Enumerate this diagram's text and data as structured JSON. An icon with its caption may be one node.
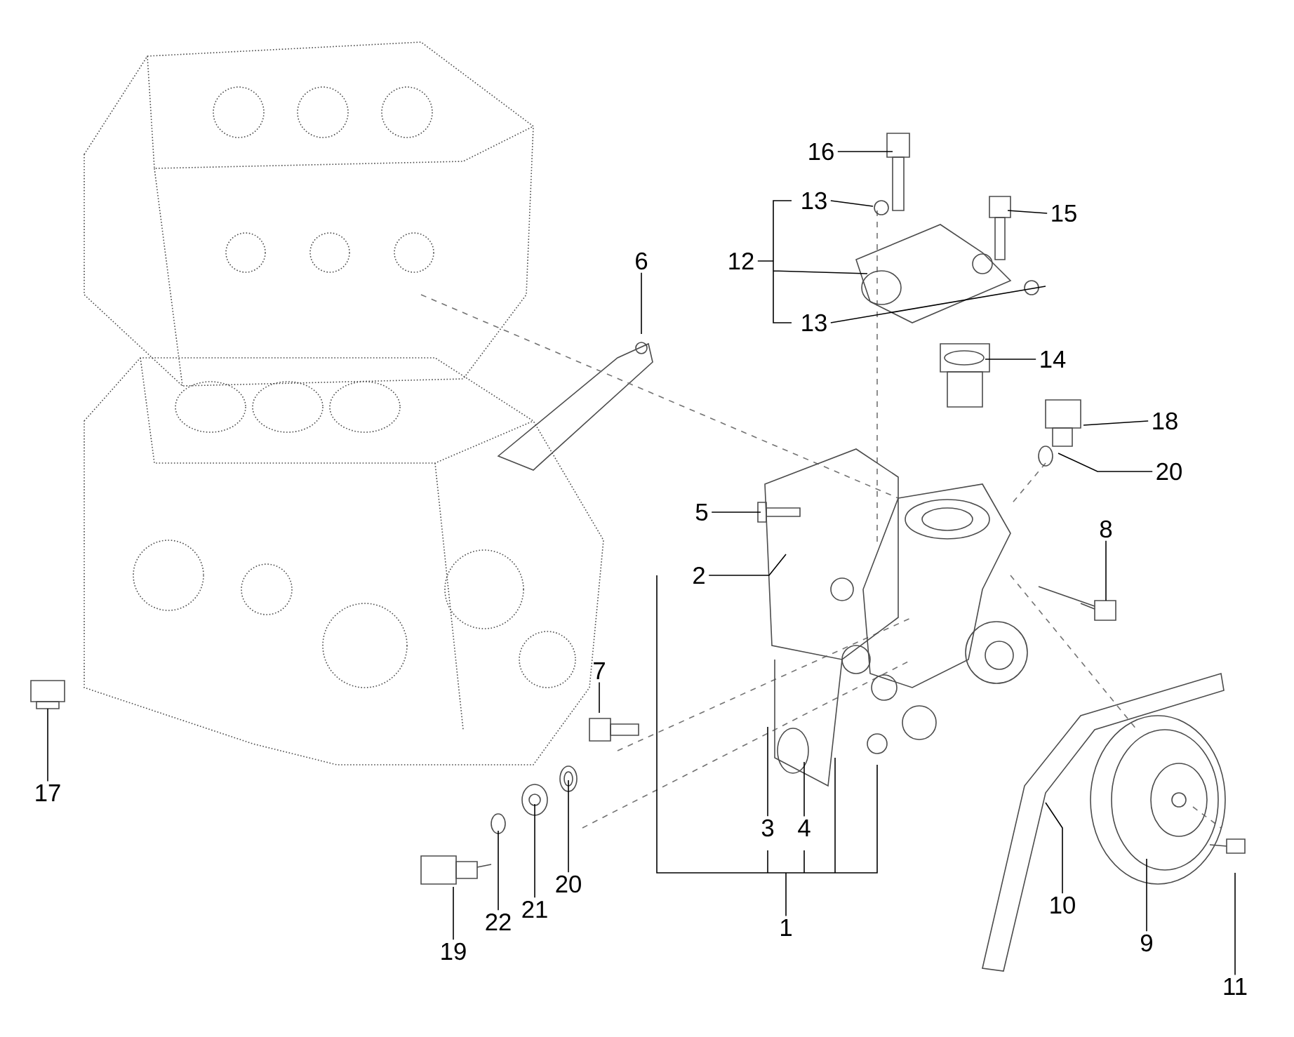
{
  "diagram": {
    "nodes": [
      {
        "text": [
          "16"
        ]
      },
      {
        "text": [
          "13"
        ]
      },
      {
        "text": [
          "15"
        ]
      },
      {
        "text": [
          "12"
        ]
      },
      {
        "text": [
          "6"
        ]
      },
      {
        "text": [
          "13"
        ]
      },
      {
        "text": [
          "14"
        ]
      },
      {
        "text": [
          "18"
        ]
      },
      {
        "text": [
          "20"
        ]
      },
      {
        "text": [
          "5"
        ]
      },
      {
        "text": [
          "8"
        ]
      },
      {
        "text": [
          "2"
        ]
      },
      {
        "text": [
          "7"
        ]
      },
      {
        "text": [
          "17"
        ]
      },
      {
        "text": [
          "3"
        ]
      },
      {
        "text": [
          "4"
        ]
      },
      {
        "text": [
          "20"
        ]
      },
      {
        "text": [
          "21"
        ]
      },
      {
        "text": [
          "10"
        ]
      },
      {
        "text": [
          "22"
        ]
      },
      {
        "text": [
          "1"
        ]
      },
      {
        "text": [
          "9"
        ]
      },
      {
        "text": [
          "19"
        ]
      },
      {
        "text": [
          "11"
        ]
      }
    ],
    "edges": [
      {
        "from": 0,
        "to": null,
        "arrow": "none"
      },
      {
        "from": 1,
        "to": null,
        "arrow": "none"
      },
      {
        "from": 2,
        "to": null,
        "arrow": "none"
      },
      {
        "from": 3,
        "to": null,
        "arrow": "none"
      },
      {
        "from": 4,
        "to": null,
        "arrow": "none"
      },
      {
        "from": 5,
        "to": null,
        "arrow": "none"
      },
      {
        "from": 6,
        "to": null,
        "arrow": "none"
      },
      {
        "from": 7,
        "to": null,
        "arrow": "none"
      },
      {
        "from": 8,
        "to": null,
        "arrow": "none"
      },
      {
        "from": 9,
        "to": null,
        "arrow": "none"
      },
      {
        "from": 10,
        "to": null,
        "arrow": "none"
      },
      {
        "from": 11,
        "to": null,
        "arrow": "none"
      },
      {
        "from": 12,
        "to": null,
        "arrow": "none"
      },
      {
        "from": 13,
        "to": null,
        "arrow": "none"
      },
      {
        "from": 14,
        "to": null,
        "arrow": "none"
      },
      {
        "from": 15,
        "to": null,
        "arrow": "none"
      },
      {
        "from": 16,
        "to": null,
        "arrow": "none"
      },
      {
        "from": 17,
        "to": null,
        "arrow": "none"
      },
      {
        "from": 18,
        "to": null,
        "arrow": "none"
      },
      {
        "from": 19,
        "to": null,
        "arrow": "none"
      },
      {
        "from": 20,
        "to": null,
        "arrow": "none"
      },
      {
        "from": 21,
        "to": null,
        "arrow": "none"
      },
      {
        "from": 22,
        "to": null,
        "arrow": "none"
      },
      {
        "from": 23,
        "to": null,
        "arrow": "none"
      }
    ]
  }
}
